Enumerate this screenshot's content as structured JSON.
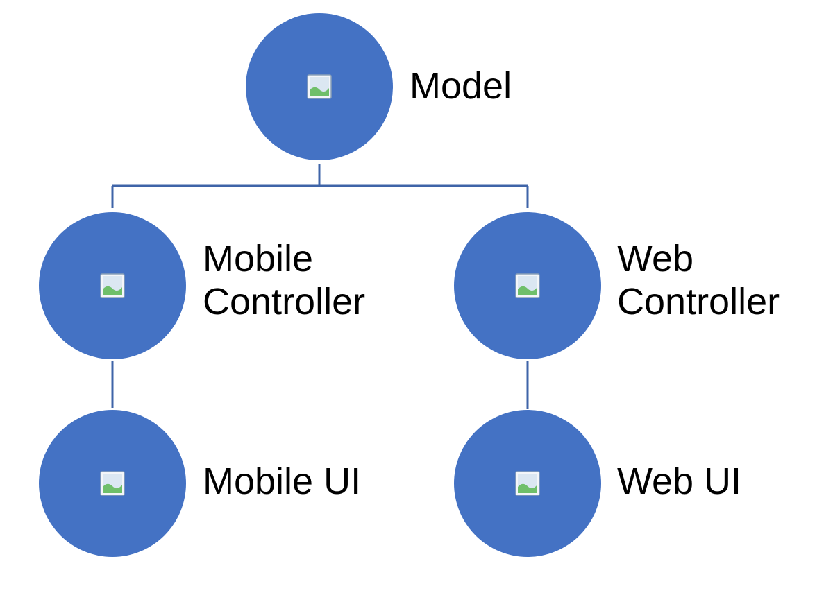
{
  "nodes": [
    {
      "id": "model",
      "label_lines": [
        "Model"
      ],
      "icon": "image-placeholder-icon"
    },
    {
      "id": "mobile-controller",
      "label_lines": [
        "Mobile",
        "Controller"
      ],
      "icon": "image-placeholder-icon"
    },
    {
      "id": "web-controller",
      "label_lines": [
        "Web",
        "Controller"
      ],
      "icon": "image-placeholder-icon"
    },
    {
      "id": "mobile-ui",
      "label_lines": [
        "Mobile UI"
      ],
      "icon": "image-placeholder-icon"
    },
    {
      "id": "web-ui",
      "label_lines": [
        "Web UI"
      ],
      "icon": "image-placeholder-icon"
    }
  ],
  "edges": [
    {
      "from": "model",
      "to": "mobile-controller"
    },
    {
      "from": "model",
      "to": "web-controller"
    },
    {
      "from": "mobile-controller",
      "to": "mobile-ui"
    },
    {
      "from": "web-controller",
      "to": "web-ui"
    }
  ],
  "colors": {
    "node_fill": "#4472c4",
    "connector": "#3f64a8",
    "label_text": "#000000"
  }
}
